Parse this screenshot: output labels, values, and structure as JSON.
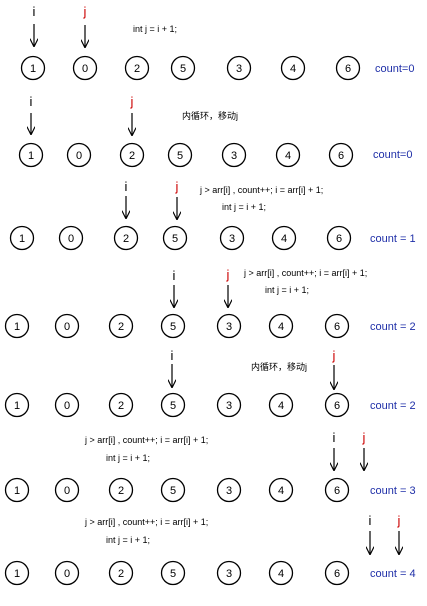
{
  "colors": {
    "i_pointer": "#000000",
    "j_pointer": "#cc0000",
    "count": "#1f2fa8"
  },
  "array": [
    "1",
    "0",
    "2",
    "5",
    "3",
    "4",
    "6"
  ],
  "steps": [
    {
      "count": "count=0",
      "i": "i",
      "j": "j",
      "notes": [
        "int j = i + 1;"
      ]
    },
    {
      "count": "count=0",
      "i": "i",
      "j": "j",
      "notes": [
        "内循环，移动j"
      ]
    },
    {
      "count": "count = 1",
      "i": "i",
      "j": "j",
      "notes": [
        "j > arr[i] , count++; i = arr[i] + 1;",
        "int j = i + 1;"
      ]
    },
    {
      "count": "count = 2",
      "i": "i",
      "j": "j",
      "notes": [
        "j > arr[i] , count++; i = arr[i] + 1;",
        "int j = i + 1;"
      ]
    },
    {
      "count": "count = 2",
      "i": "i",
      "j": "j",
      "notes": [
        "内循环，移动j"
      ]
    },
    {
      "count": "count = 3",
      "i": "i",
      "j": "j",
      "notes": [
        "j > arr[i] , count++; i = arr[i] + 1;",
        "int j = i + 1;"
      ]
    },
    {
      "count": "count = 4",
      "i": "i",
      "j": "j",
      "notes": [
        "j > arr[i] , count++; i = arr[i] + 1;",
        "int j = i + 1;"
      ]
    }
  ]
}
